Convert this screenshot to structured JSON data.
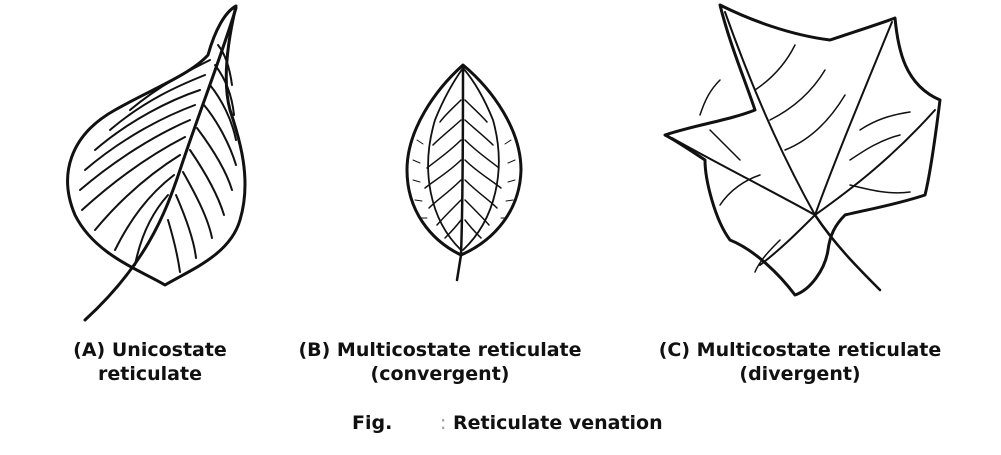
{
  "figure": {
    "label": "Fig.",
    "separator": ":",
    "title": "Reticulate venation"
  },
  "leaves": [
    {
      "id": "A",
      "line1": "(A) Unicostate",
      "line2": "reticulate"
    },
    {
      "id": "B",
      "line1": "(B) Multicostate reticulate",
      "line2": "(convergent)"
    },
    {
      "id": "C",
      "line1": "(C) Multicostate reticulate",
      "line2": "(divergent)"
    }
  ]
}
